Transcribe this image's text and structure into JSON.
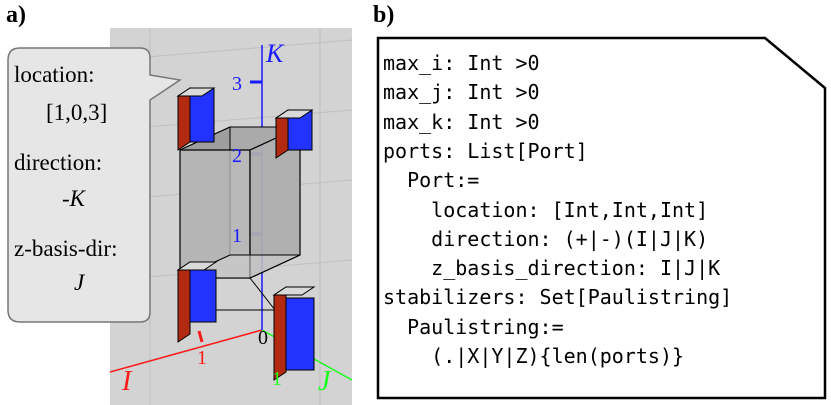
{
  "panel_a": {
    "label": "a)",
    "callout": {
      "location_label": "location:",
      "location_value": "[1,0,3]",
      "direction_label": "direction:",
      "direction_value": "-K",
      "zbasis_label": "z-basis-dir:",
      "zbasis_value": "J"
    },
    "axes": {
      "k_label": "K",
      "i_label": "I",
      "j_label": "J",
      "k_ticks": [
        "1",
        "2",
        "3"
      ],
      "i_tick": "1",
      "j_tick": "1",
      "origin": "0"
    },
    "colors": {
      "k_axis": "#1a1aff",
      "i_axis": "#ff1a1a",
      "j_axis": "#1aff1a",
      "port_blue": "#2233ff",
      "port_red": "#b22a10",
      "cube_fill": "#a9a9a9",
      "background": "#cfcfcf"
    }
  },
  "panel_b": {
    "label": "b)",
    "code_lines": [
      "max_i: Int >0",
      "max_j: Int >0",
      "max_k: Int >0",
      "ports: List[Port]",
      "  Port:=",
      "    location: [Int,Int,Int]",
      "    direction: (+|-)(I|J|K)",
      "    z_basis_direction: I|J|K",
      "stabilizers: Set[Paulistring]",
      "  Paulistring:=",
      "    (.|X|Y|Z){len(ports)}"
    ]
  }
}
